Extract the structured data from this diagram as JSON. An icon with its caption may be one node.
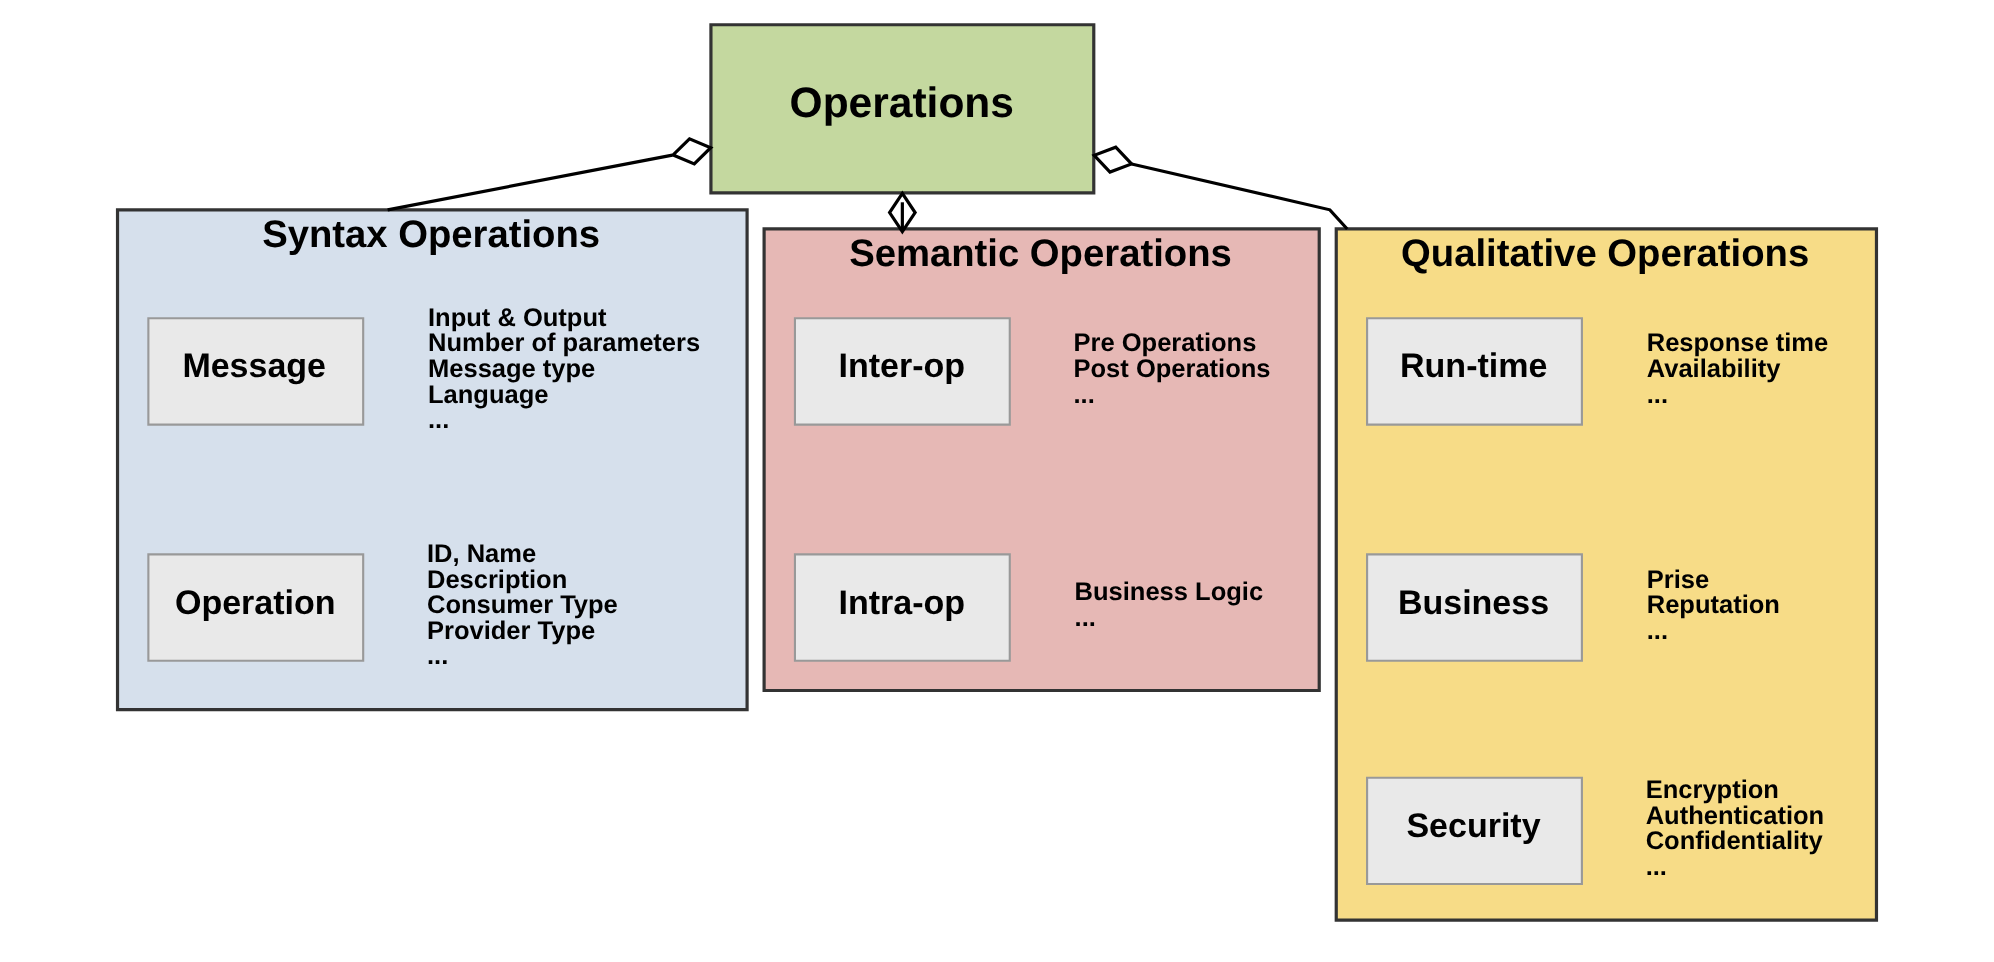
{
  "diagram": {
    "nodes": [
      {
        "text": [
          "Operations"
        ]
      },
      {
        "text": [
          "Syntax Operations"
        ]
      },
      {
        "text": [
          "Message"
        ],
        "in": 1,
        "beside": [
          "Input & Output",
          "Number of parameters",
          "Message type",
          "Language",
          "..."
        ]
      },
      {
        "text": [
          "Operation"
        ],
        "in": 1,
        "beside": [
          "ID, Name",
          "Description",
          "Consumer Type",
          "Provider Type",
          "..."
        ]
      },
      {
        "text": [
          "Semantic Operations"
        ]
      },
      {
        "text": [
          "Inter-op"
        ],
        "in": 4,
        "beside": [
          "Pre Operations",
          "Post Operations",
          "..."
        ]
      },
      {
        "text": [
          "Intra-op"
        ],
        "in": 4,
        "beside": [
          "Business Logic",
          "..."
        ]
      },
      {
        "text": [
          "Qualitative Operations"
        ]
      },
      {
        "text": [
          "Run-time"
        ],
        "in": 7,
        "beside": [
          "Response time",
          "Availability",
          "..."
        ]
      },
      {
        "text": [
          "Business"
        ],
        "in": 7,
        "beside": [
          "Prise",
          "Reputation",
          "..."
        ]
      },
      {
        "text": [
          "Security"
        ],
        "in": 7,
        "beside": [
          "Encryption",
          "Authentication",
          "Confidentiality",
          "..."
        ]
      }
    ],
    "edges": [
      {
        "from": 0,
        "to": 1,
        "arrow": "other"
      },
      {
        "from": 0,
        "to": 4,
        "arrow": "other"
      },
      {
        "from": 0,
        "to": 7,
        "arrow": "other"
      }
    ]
  }
}
